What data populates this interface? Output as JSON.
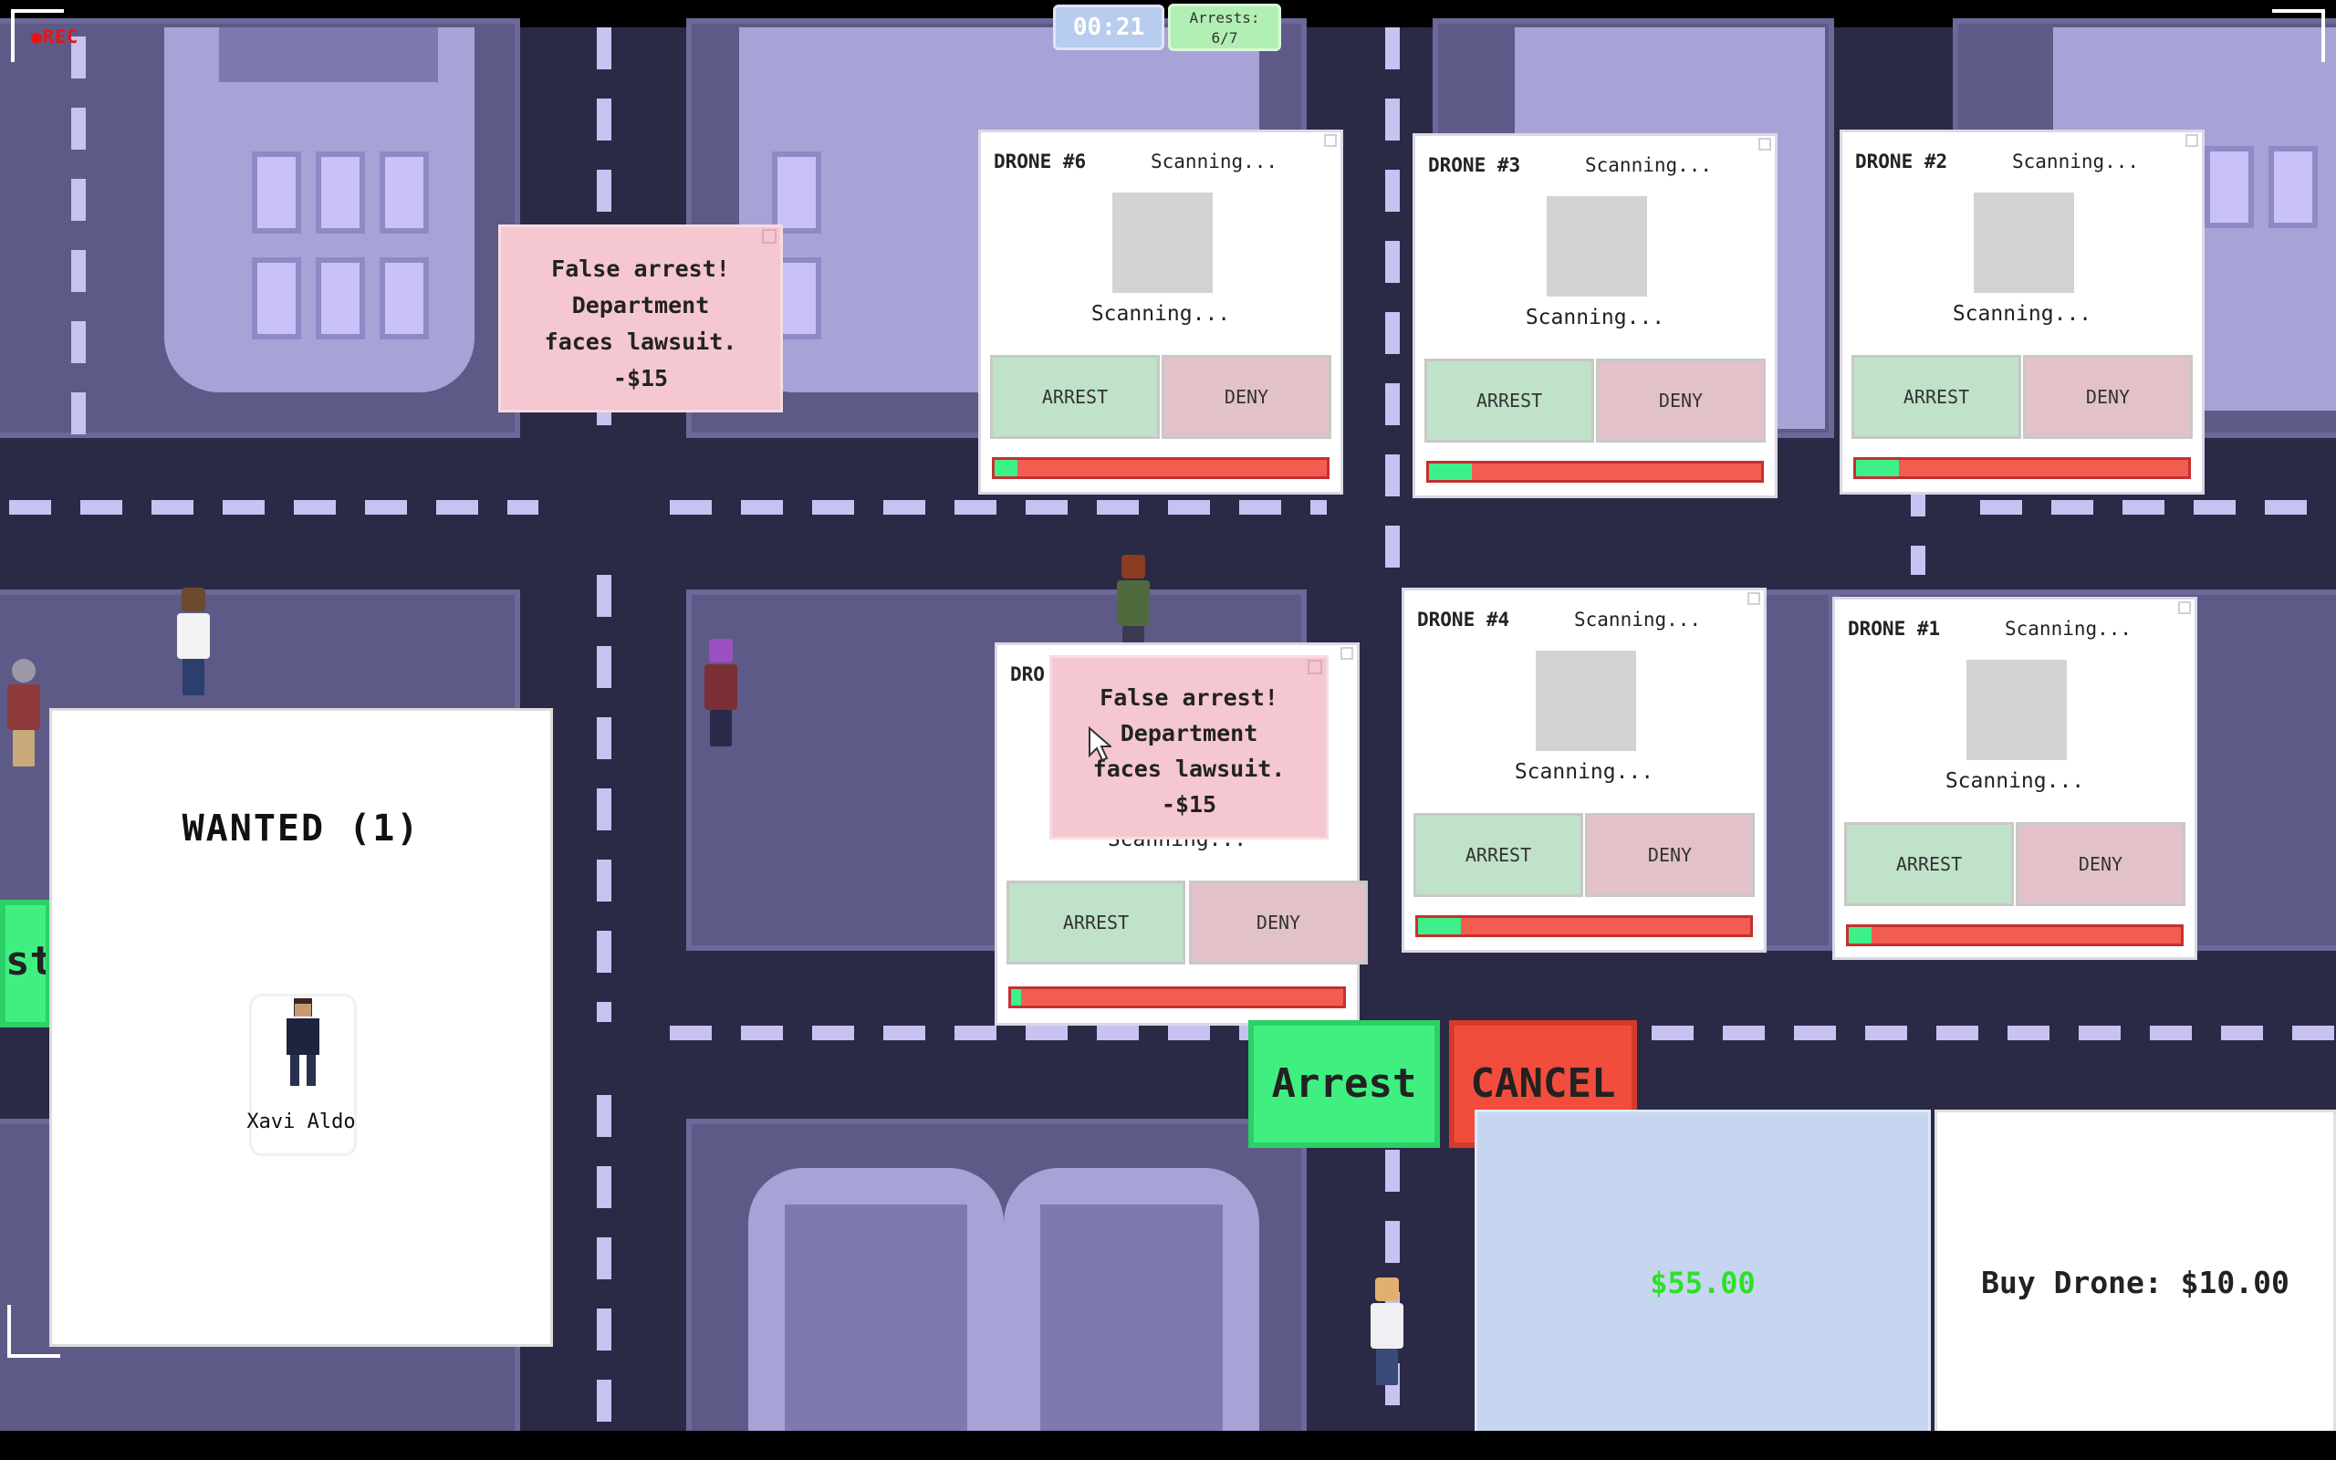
{
  "hud": {
    "rec_label": "REC",
    "timer": "00:21",
    "arrests_label": "Arrests:",
    "arrests_count": "6/7"
  },
  "drones": [
    {
      "id": "drone-6",
      "label": "DRONE #6",
      "header_status": "Scanning...",
      "status": "Scanning...",
      "arrest": "ARREST",
      "deny": "DENY",
      "progress": 0.07
    },
    {
      "id": "drone-3",
      "label": "DRONE #3",
      "header_status": "Scanning...",
      "status": "Scanning...",
      "arrest": "ARREST",
      "deny": "DENY",
      "progress": 0.13
    },
    {
      "id": "drone-2",
      "label": "DRONE #2",
      "header_status": "Scanning...",
      "status": "Scanning...",
      "arrest": "ARREST",
      "deny": "DENY",
      "progress": 0.13
    },
    {
      "id": "drone-4",
      "label": "DRONE #4",
      "header_status": "Scanning...",
      "status": "Scanning...",
      "arrest": "ARREST",
      "deny": "DENY",
      "progress": 0.13
    },
    {
      "id": "drone-1",
      "label": "DRONE #1",
      "header_status": "Scanning...",
      "status": "Scanning...",
      "arrest": "ARREST",
      "deny": "DENY",
      "progress": 0.07
    },
    {
      "id": "drone-5",
      "label": "DRO",
      "header_status": "",
      "status": "Scanning...",
      "arrest": "ARREST",
      "deny": "DENY",
      "progress": 0.03
    }
  ],
  "notes": [
    {
      "line1": "False arrest!",
      "line2": "Department",
      "line3": "faces lawsuit.",
      "line4": "-$15"
    },
    {
      "line1": "False arrest!",
      "line2": "Department",
      "line3": "faces lawsuit.",
      "line4": "-$15"
    }
  ],
  "wanted": {
    "title": "WANTED (1)",
    "suspect_name": "Xavi Aldo"
  },
  "actions": {
    "arrest": "Arrest",
    "cancel": "CANCEL",
    "side_tab": "st"
  },
  "shop": {
    "money": "$55.00",
    "buy_drone": "Buy Drone: $10.00"
  },
  "colors": {
    "progress_fill": "#3ef08a",
    "progress_track": "#f25d52",
    "money_text": "#2ee028"
  }
}
